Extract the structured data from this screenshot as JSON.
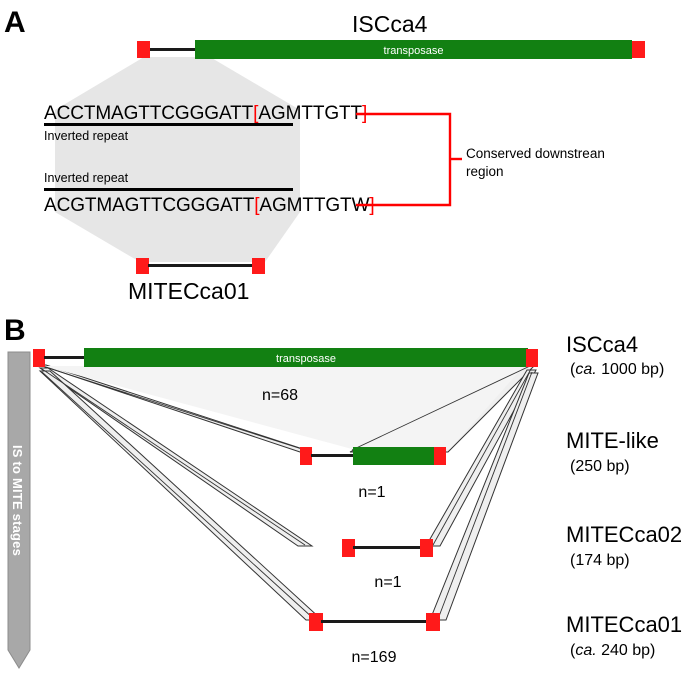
{
  "figure": {
    "panels": [
      {
        "letter": "A"
      },
      {
        "letter": "B"
      }
    ]
  },
  "colors": {
    "green": "#128012",
    "red": "#FF1A1A",
    "bracket_red": "#FF0000",
    "shade_gray": "#E8E8E8",
    "arrow_gray": "#A8A8A8",
    "line_black": "#1a1a1a"
  },
  "panel_a": {
    "top_element": {
      "name": "ISCca4",
      "gene_label": "transposase"
    },
    "sequences": [
      {
        "prefix": "ACCTMAGTTCGGGATT",
        "open_bracket": "[",
        "conserved": "AGMTTGTT",
        "close_bracket": "]",
        "ir_label": "Inverted repeat",
        "ir_label_position": "below"
      },
      {
        "prefix": "ACGTMAGTTCGGGATT",
        "open_bracket": "[",
        "conserved": "AGMTTGTW",
        "close_bracket": "]",
        "ir_label": "Inverted repeat",
        "ir_label_position": "above"
      }
    ],
    "bracket_label_line1": "Conserved downstrean",
    "bracket_label_line2": "region",
    "bottom_element": {
      "name": "MITECca01"
    }
  },
  "panel_b": {
    "axis_arrow_label": "IS to MITE stages",
    "gene_label": "transposase",
    "rows": [
      {
        "name": "ISCca4",
        "size_prefix": "(",
        "size_italic": "ca.",
        "size_rest": " 1000 bp)",
        "count": "n=68",
        "has_gene": true
      },
      {
        "name": "MITE-like",
        "size_prefix": "(",
        "size_italic": "",
        "size_rest": "250 bp)",
        "count": "n=1",
        "has_gene": true
      },
      {
        "name": "MITECca02",
        "size_prefix": "(",
        "size_italic": "",
        "size_rest": "174 bp)",
        "count": "n=1",
        "has_gene": false
      },
      {
        "name": "MITECca01",
        "size_prefix": "(",
        "size_italic": "ca.",
        "size_rest": " 240 bp)",
        "count": "n=169",
        "has_gene": false
      }
    ]
  }
}
